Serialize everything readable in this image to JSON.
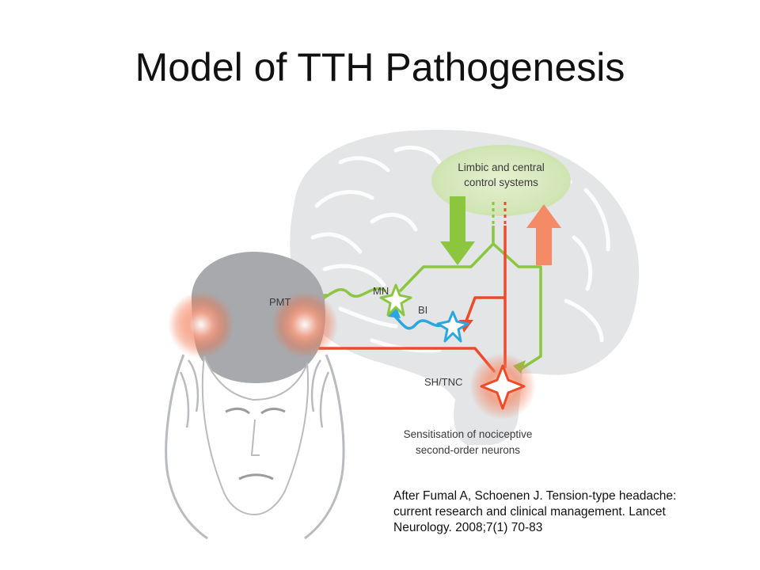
{
  "slide": {
    "title": "Model of TTH Pathogenesis"
  },
  "diagram": {
    "labels": {
      "limbic_line1": "Limbic and central",
      "limbic_line2": "control systems",
      "pmt": "PMT",
      "mn": "MN",
      "bi": "BI",
      "sh_tnc": "SH/TNC",
      "sensitisation_line1": "Sensitisation of nociceptive",
      "sensitisation_line2": "second-order neurons"
    },
    "colors": {
      "green": "#8cc63f",
      "red": "#ee4b2b",
      "blue": "#29a8e0",
      "brain": "#e3e5e7",
      "head": "#a7a9ac",
      "limbic": "#d7e9bf"
    }
  },
  "citation": {
    "line1": "After Fumal A, Schoenen J. Tension-type headache:",
    "line2": "current research and clinical management. Lancet",
    "line3": "Neurology. 2008;7(1) 70-83"
  }
}
